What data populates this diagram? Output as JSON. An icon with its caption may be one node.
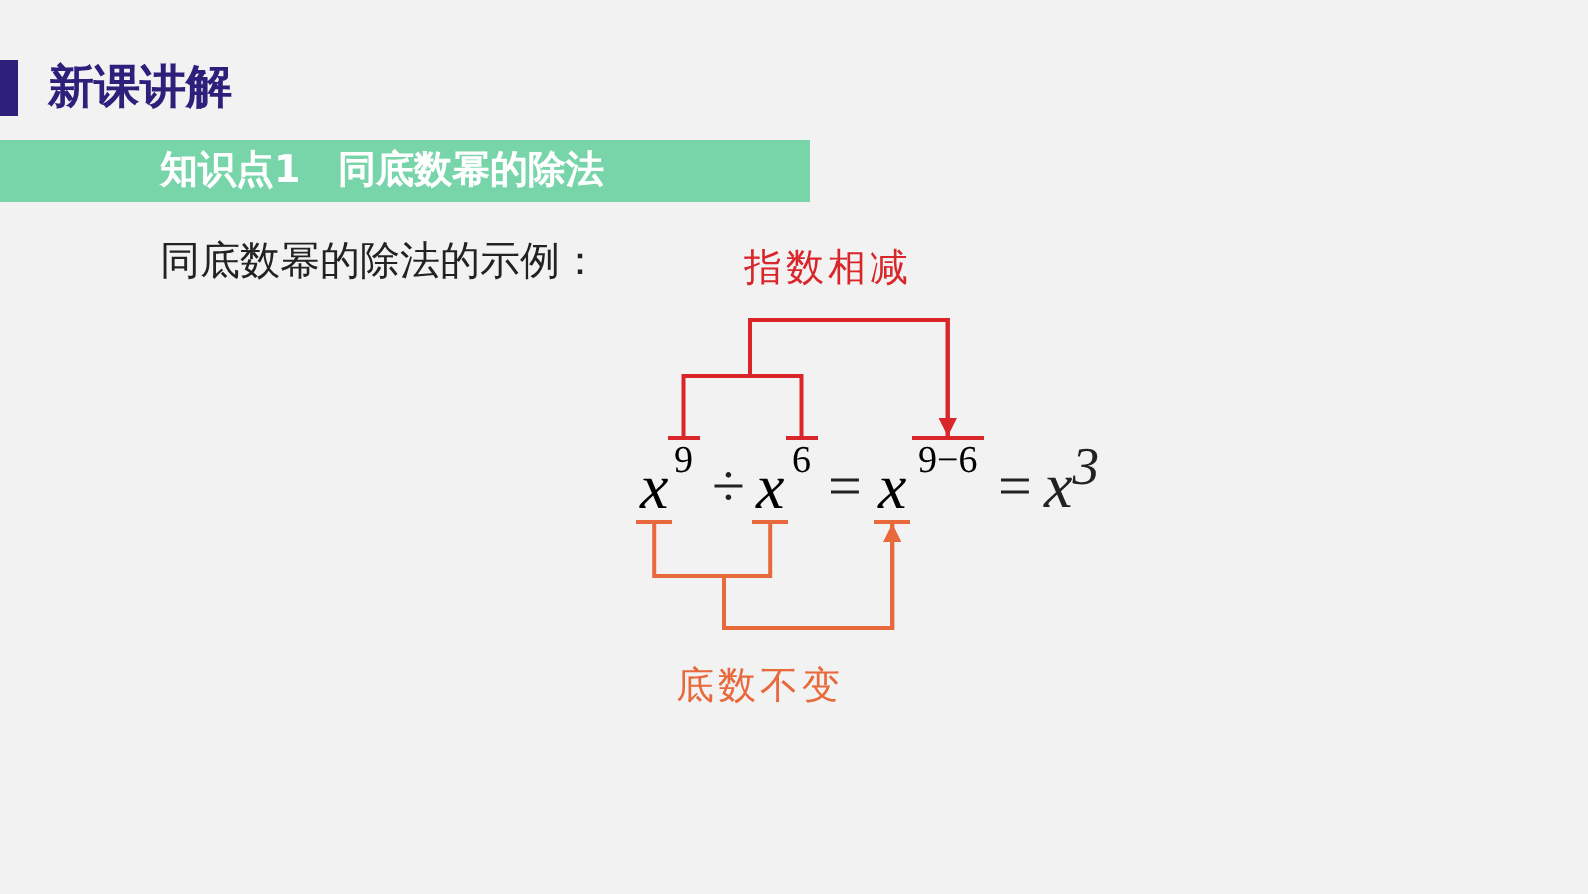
{
  "diagram": {
    "title": "新课讲解",
    "nodes": [
      {
        "text": [
          "知识点1　同底数幂的除法"
        ]
      },
      {
        "text": [
          "x"
        ]
      },
      {
        "text": [
          "9"
        ]
      },
      {
        "text": [
          "x"
        ]
      },
      {
        "text": [
          "6"
        ]
      },
      {
        "text": [
          "x"
        ]
      },
      {
        "text": [
          "9−6"
        ]
      }
    ],
    "edges": [
      {
        "from": 2,
        "to": 6,
        "arrow": "to",
        "label": "指数相减",
        "color": "#d8262b"
      },
      {
        "from": 4,
        "to": 6,
        "arrow": "to",
        "color": "#d8262b"
      },
      {
        "from": 1,
        "to": 5,
        "arrow": "to",
        "label": "底数不变",
        "color": "#e8693c"
      },
      {
        "from": 3,
        "to": 5,
        "arrow": "to",
        "color": "#e8693c"
      }
    ],
    "labels": [
      "同底数幂的除法的示例：",
      "÷",
      "=",
      "=",
      "x$^{3}$"
    ]
  }
}
